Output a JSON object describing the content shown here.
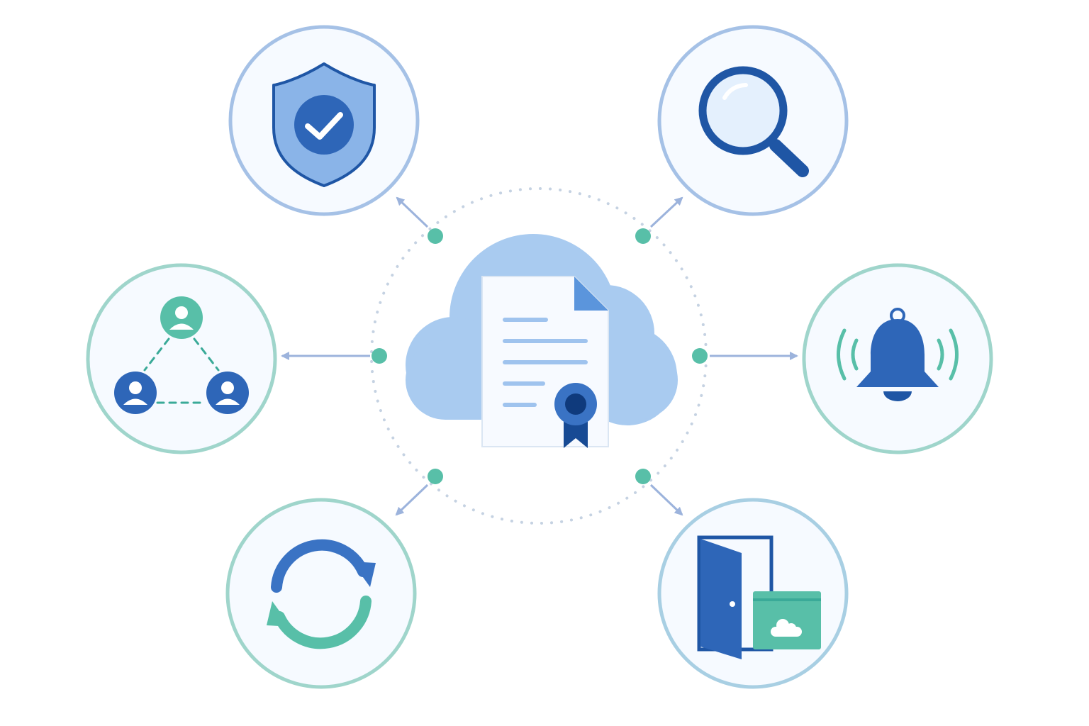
{
  "hub": {
    "icon": "cloud-certified-document-icon",
    "colors": {
      "cloud": "#a9cbf0",
      "page": "#f7faff",
      "page_lines": "#9fc3ee",
      "fold": "#5b95dc",
      "seal": "#3a73c4",
      "seal_core": "#174a94",
      "ribbon": "#174a94"
    }
  },
  "orbit": {
    "style": "dotted-circle",
    "color": "#c5d2e2"
  },
  "nodes": [
    {
      "id": "security",
      "icon": "shield-check-icon",
      "ring_color": "#a5c1e6"
    },
    {
      "id": "search",
      "icon": "magnifier-icon",
      "ring_color": "#a5c1e6"
    },
    {
      "id": "collaboration",
      "icon": "user-network-icon",
      "ring_color": "#9fd5cb"
    },
    {
      "id": "notifications",
      "icon": "bell-ringing-icon",
      "ring_color": "#9fd5cb"
    },
    {
      "id": "sync",
      "icon": "refresh-sync-icon",
      "ring_color": "#9fd5cb"
    },
    {
      "id": "access",
      "icon": "door-cloud-box-icon",
      "ring_color": "#a8cfe3"
    }
  ],
  "connectors": {
    "dot_color": "#58bfa8",
    "arrow_color": "#9cb3dc"
  },
  "palette": {
    "blue_dark": "#1f56a5",
    "blue": "#3a73c4",
    "blue_light": "#8ab4e8",
    "teal": "#58bfa8",
    "teal_dark": "#3aaa98",
    "circle_fill": "#f6faff"
  }
}
